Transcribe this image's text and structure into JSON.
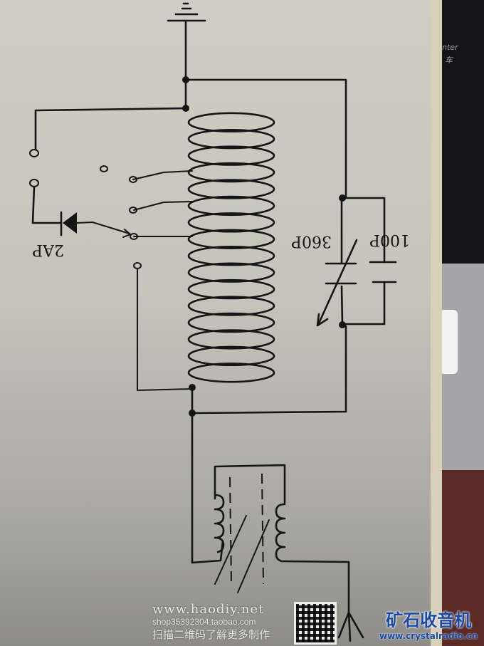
{
  "diagram": {
    "title": "Crystal radio circuit (hand-drawn schematic)",
    "components": [
      {
        "id": "ground",
        "type": "ground-symbol",
        "position": "top"
      },
      {
        "id": "coil",
        "type": "tapped-inductor",
        "turns_drawn": 16
      },
      {
        "id": "tap-switch",
        "type": "rotary-tap-selector",
        "contacts": 5
      },
      {
        "id": "diode",
        "type": "diode",
        "label": "2AP"
      },
      {
        "id": "vc",
        "type": "variable-capacitor",
        "label": "360P"
      },
      {
        "id": "c1",
        "type": "fixed-capacitor",
        "label": "100P"
      },
      {
        "id": "transformer",
        "type": "adjustable-transformer",
        "windings": 2
      },
      {
        "id": "antenna",
        "type": "antenna",
        "position": "bottom-right"
      }
    ],
    "labels": {
      "diode": "2AP",
      "variable_cap": "360P",
      "fixed_cap": "100P"
    }
  },
  "watermark": {
    "site": "www.haodiy.net",
    "shop": "shop35392304.taobao.com",
    "caption": "扫描二维码了解更多制作",
    "brand_cn": "矿石收音机",
    "brand_url": "www.crystalradio.cn"
  },
  "background": {
    "keyboard_text_1": "nter",
    "keyboard_text_2": "车"
  }
}
